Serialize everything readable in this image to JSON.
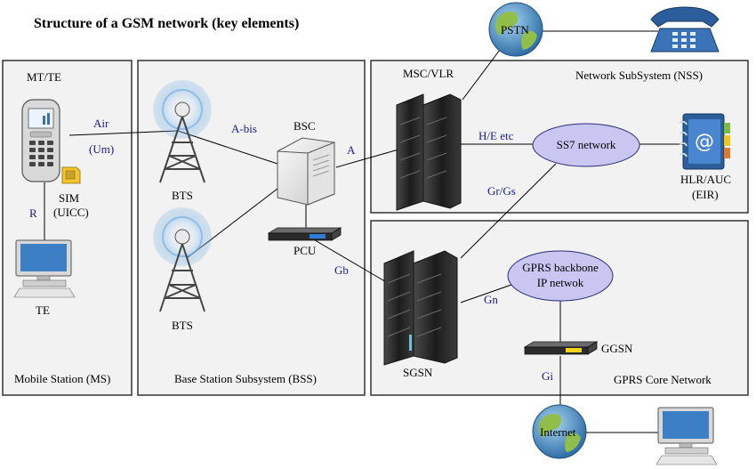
{
  "title": "Structure of a GSM network (key elements)",
  "regions": {
    "ms": "Mobile Station (MS)",
    "bss": "Base Station Subsystem (BSS)",
    "nss": "Network SubSystem (NSS)",
    "gprs": "GPRS Core Network"
  },
  "nodes": {
    "mt_te": "MT/TE",
    "sim": "SIM",
    "uicc": "(UICC)",
    "te": "TE",
    "bts1": "BTS",
    "bts2": "BTS",
    "bsc": "BSC",
    "pcu": "PCU",
    "msc_vlr": "MSC/VLR",
    "pstn": "PSTN",
    "ss7": "SS7 network",
    "hlr_auc": "HLR/AUC",
    "eir": "(EIR)",
    "sgsn": "SGSN",
    "gprs_backbone_1": "GPRS backbone",
    "gprs_backbone_2": "IP netwok",
    "ggsn": "GGSN",
    "internet": "Internet"
  },
  "interfaces": {
    "air": "Air",
    "um": "(Um)",
    "r": "R",
    "abis": "A-bis",
    "a": "A",
    "he": "H/E etc",
    "grgs": "Gr/Gs",
    "gb": "Gb",
    "gn": "Gn",
    "gi": "Gi"
  },
  "colors": {
    "region_fill": "#f2f2f2",
    "ellipse_fill": "#c9c6f2",
    "interface_text": "#1a1a8c",
    "server_dark": "#2b2b2b",
    "globe_water": "#5a9fd4",
    "globe_land": "#8fbf4a",
    "phone_blue": "#2c5e9c"
  }
}
